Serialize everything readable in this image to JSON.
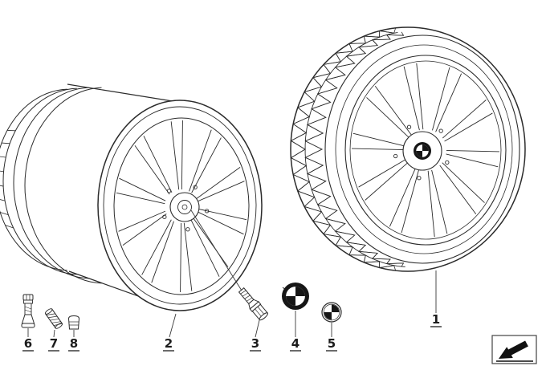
{
  "callouts": {
    "labels": [
      "1",
      "2",
      "3",
      "4",
      "5",
      "6",
      "7",
      "8"
    ]
  },
  "nav": {
    "icon": "next-diagram-arrow"
  },
  "colors": {
    "line": "#2b2b2b",
    "background": "#ffffff",
    "emblem_dark": "#161616"
  }
}
